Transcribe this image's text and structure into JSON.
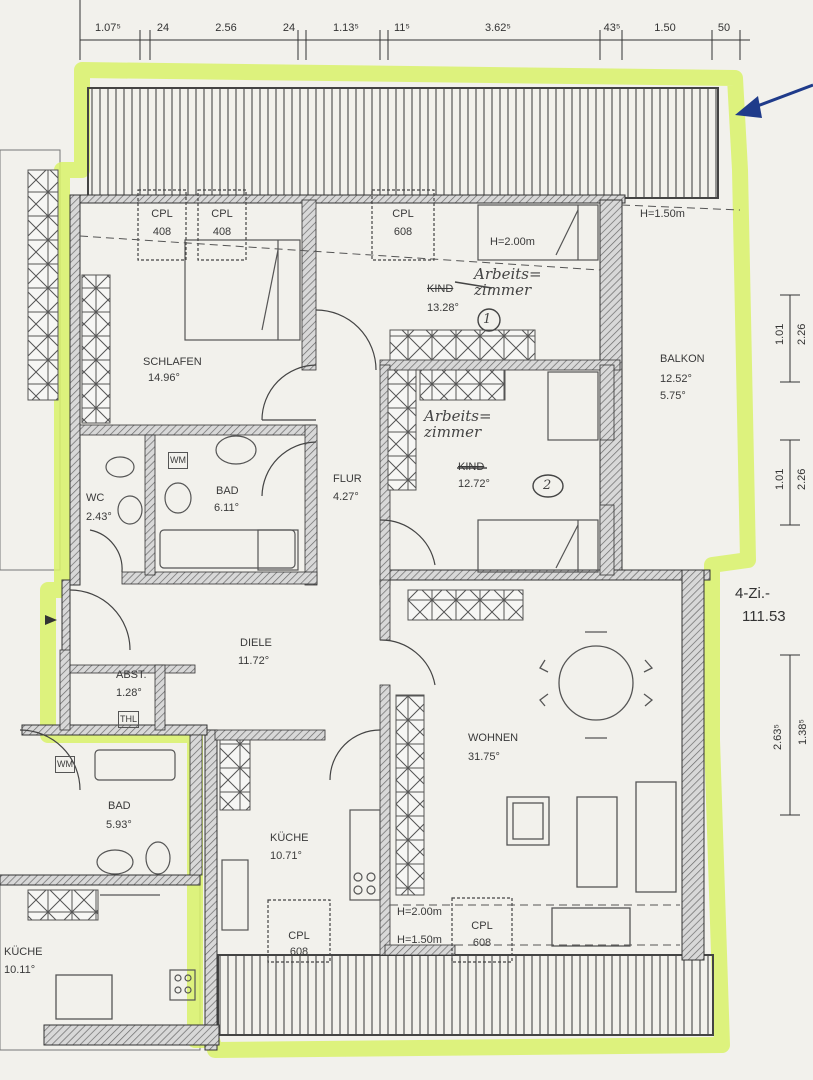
{
  "dimensions_top": [
    "1.07⁵",
    "24",
    "2.56",
    "24",
    "1.13⁵",
    "11⁵",
    "3.62⁵",
    "43⁵",
    "1.50",
    "50"
  ],
  "dimensions_right": {
    "upper_a": "1.01",
    "upper_b": "2.26",
    "lower_a": "1.01",
    "lower_b": "2.26",
    "wohnen_a": "2.63⁵",
    "wohnen_b": "1.38⁵"
  },
  "apartment": {
    "type": "4-Zi.-",
    "area": "111.53"
  },
  "rooms": {
    "schlafen": {
      "name": "SCHLAFEN",
      "area": "14.96°"
    },
    "kind1": {
      "name": "KIND",
      "area": "13.28°",
      "note": "Arbeits=\nzimmer",
      "marker": "1"
    },
    "kind2": {
      "name": "KIND",
      "area": "12.72°",
      "note": "Arbeits=\nzimmer",
      "marker": "2"
    },
    "balkon": {
      "name": "BALKON",
      "area1": "12.52°",
      "area2": "5.75°"
    },
    "wc": {
      "name": "WC",
      "area": "2.43°"
    },
    "bad1": {
      "name": "BAD",
      "area": "6.11°"
    },
    "flur": {
      "name": "FLUR",
      "area": "4.27°"
    },
    "diele": {
      "name": "DIELE",
      "area": "11.72°"
    },
    "abst": {
      "name": "ABST.",
      "area": "1.28°"
    },
    "wohnen": {
      "name": "WOHNEN",
      "area": "31.75°"
    },
    "kuche1": {
      "name": "KÜCHE",
      "area": "10.71°"
    },
    "bad2": {
      "name": "BAD",
      "area": "5.93°"
    },
    "kuche2": {
      "name": "KÜCHE",
      "area": "10.11°"
    }
  },
  "fixtures": {
    "cpl408a": {
      "label": "CPL",
      "num": "408"
    },
    "cpl408b": {
      "label": "CPL",
      "num": "408"
    },
    "cpl608a": {
      "label": "CPL",
      "num": "608"
    },
    "cpl608b": {
      "label": "CPL",
      "num": "608"
    },
    "cpl608c": {
      "label": "CPL",
      "num": "608"
    },
    "wm": "WM",
    "thl": "THL"
  },
  "heights": {
    "balkon": "H=1.50m",
    "kind1": "H=2.00m",
    "wohnen_a": "H=2.00m",
    "wohnen_b": "H=1.50m"
  },
  "colors": {
    "highlight": "#d9f26a",
    "wall": "#4a4a4a",
    "arrow": "#1f3b8a",
    "paper": "#f2f1ec"
  }
}
